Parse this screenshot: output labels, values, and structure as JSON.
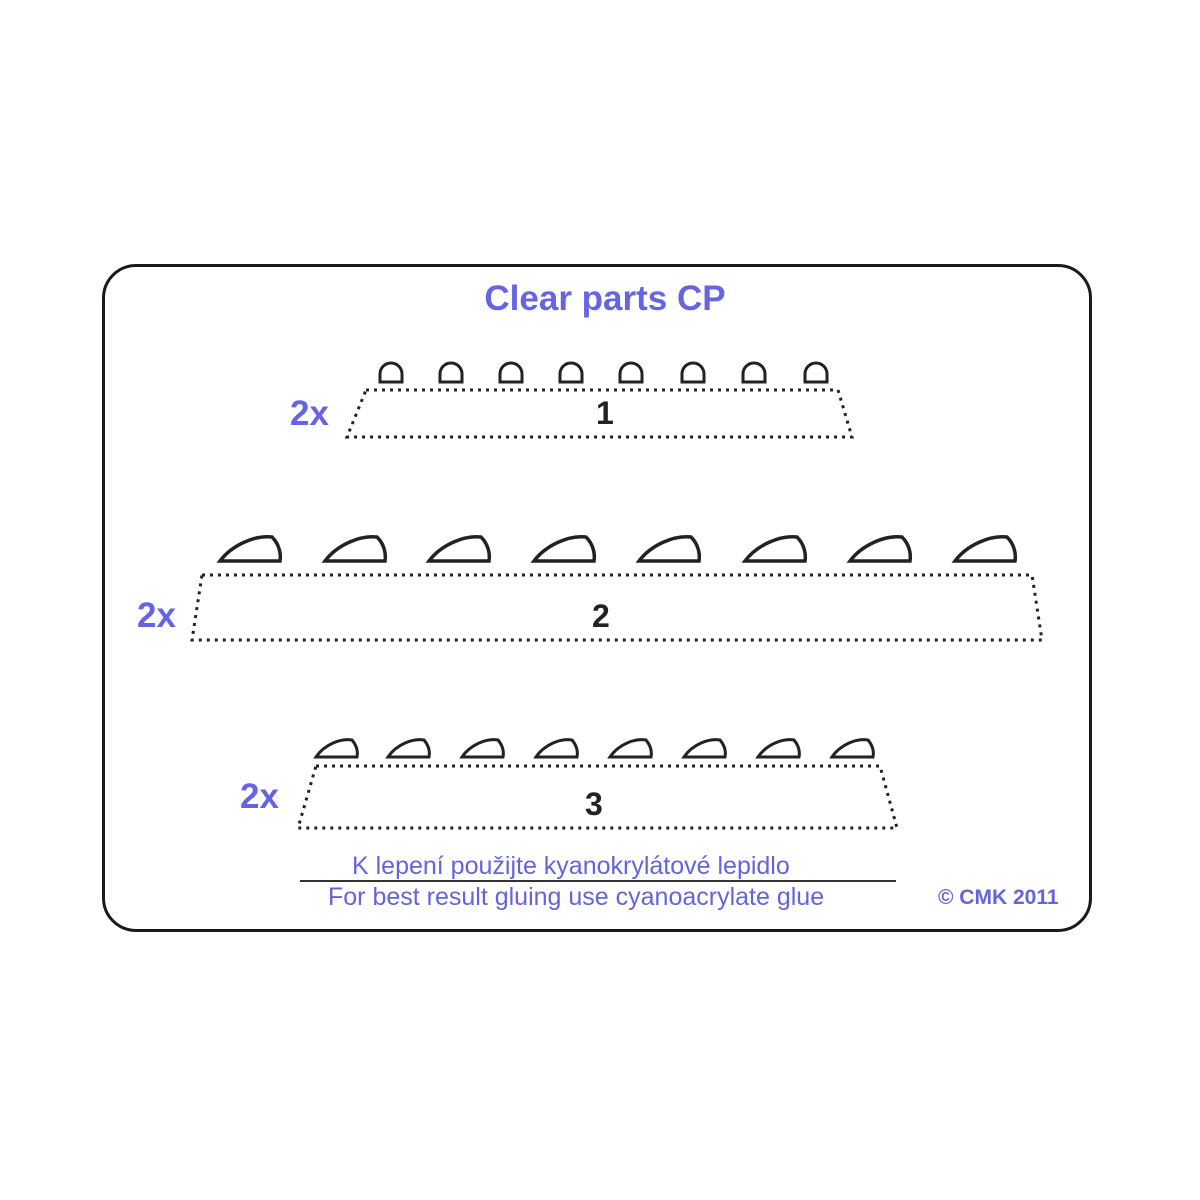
{
  "title": "Clear parts CP",
  "parts": [
    {
      "number": "1",
      "quantity": "2x",
      "canopy_count": 8,
      "canopy_shape": "small-dome"
    },
    {
      "number": "2",
      "quantity": "2x",
      "canopy_count": 8,
      "canopy_shape": "large-teardrop"
    },
    {
      "number": "3",
      "quantity": "2x",
      "canopy_count": 8,
      "canopy_shape": "medium-teardrop"
    }
  ],
  "notes": {
    "czech": "K lepení použijte kyanokrylátové lepidlo",
    "english": "For best result gluing use cyanoacrylate glue"
  },
  "copyright": "© CMK 2011",
  "colors": {
    "accent": "#6464e4",
    "outline": "#1a1a1a",
    "number": "#222222"
  }
}
